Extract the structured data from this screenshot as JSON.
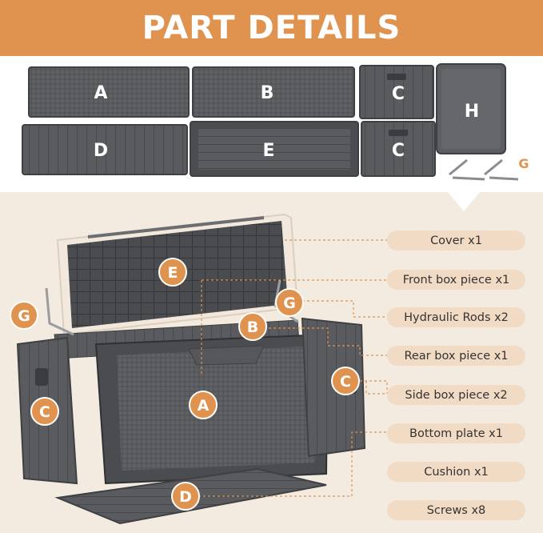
{
  "banner": {
    "title": "PART DETAILS"
  },
  "parts": [
    {
      "letter": "A"
    },
    {
      "letter": "B"
    },
    {
      "letter": "C"
    },
    {
      "letter": "H"
    },
    {
      "letter": "D"
    },
    {
      "letter": "E"
    },
    {
      "letter": "C"
    },
    {
      "letter": "G"
    }
  ],
  "callouts": [
    {
      "letter": "E"
    },
    {
      "letter": "G"
    },
    {
      "letter": "G"
    },
    {
      "letter": "B"
    },
    {
      "letter": "A"
    },
    {
      "letter": "C"
    },
    {
      "letter": "C"
    },
    {
      "letter": "D"
    }
  ],
  "labels": [
    "Cover x1",
    "Front box piece x1",
    "Hydraulic Rods x2",
    "Rear box piece x1",
    "Side box piece x2",
    "Bottom plate x1",
    "Cushion x1",
    "Screws x8"
  ],
  "colors": {
    "banner": "#e0934f",
    "accent": "#e0934f",
    "panel": "#5b5d61",
    "panel_dark": "#3f4145",
    "pill": "#f2dbc4",
    "section_bg": "#f4ebe0"
  }
}
